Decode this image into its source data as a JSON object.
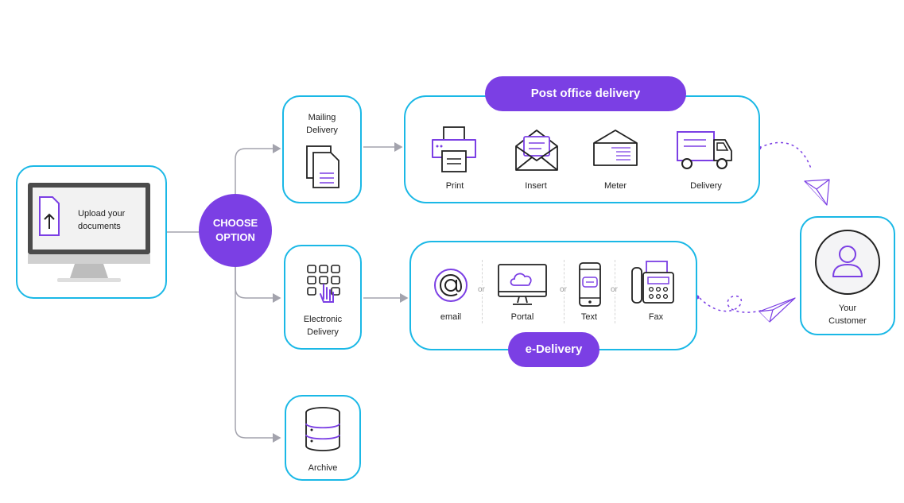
{
  "upload": {
    "text_line1": "Upload your",
    "text_line2": "documents"
  },
  "choose": {
    "line1": "CHOOSE",
    "line2": "OPTION"
  },
  "mailing": {
    "line1": "Mailing",
    "line2": "Delivery"
  },
  "electronic": {
    "line1": "Electronic",
    "line2": "Delivery"
  },
  "archive": {
    "label": "Archive"
  },
  "post_office": {
    "title": "Post office delivery",
    "steps": [
      "Print",
      "Insert",
      "Meter",
      "Delivery"
    ]
  },
  "edelivery": {
    "title": "e-Delivery",
    "channels": [
      "email",
      "Portal",
      "Text",
      "Fax"
    ],
    "separator": "or"
  },
  "customer": {
    "line1": "Your",
    "line2": "Customer"
  },
  "colors": {
    "accent": "#7b3fe4",
    "border": "#1ab8e6",
    "connector": "#a3a3ad"
  }
}
